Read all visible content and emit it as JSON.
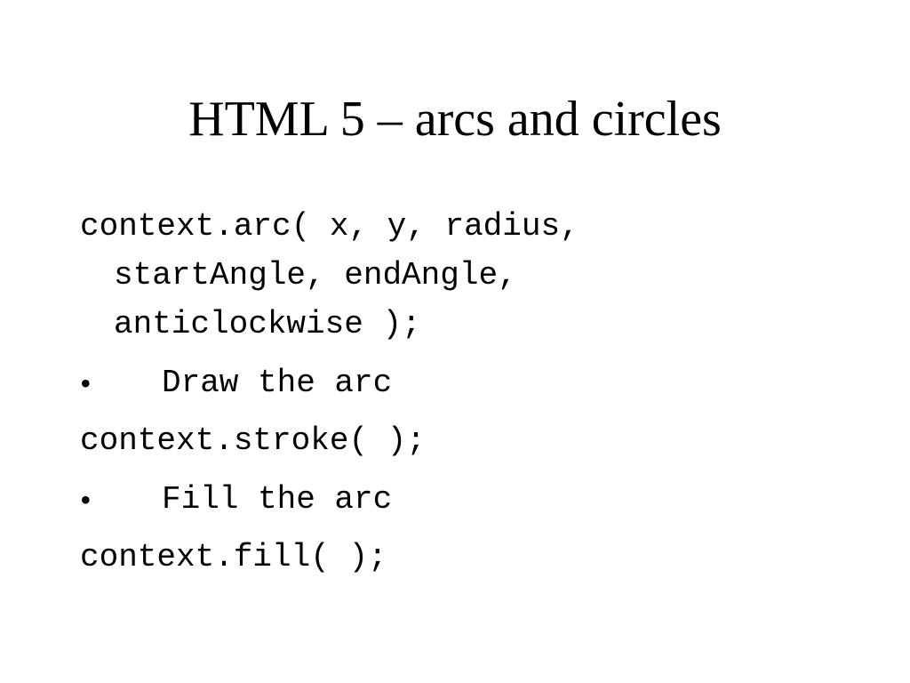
{
  "slide": {
    "title": "HTML 5 – arcs and circles",
    "lines": [
      "context.arc( x, y, radius,",
      "startAngle, endAngle,",
      "anticlockwise );"
    ],
    "bullets": [
      {
        "glyph": "•",
        "text": "Draw the arc"
      },
      {
        "glyph": "•",
        "text": "Fill the arc"
      }
    ],
    "code": [
      "context.stroke( );",
      "context.fill( );"
    ]
  }
}
